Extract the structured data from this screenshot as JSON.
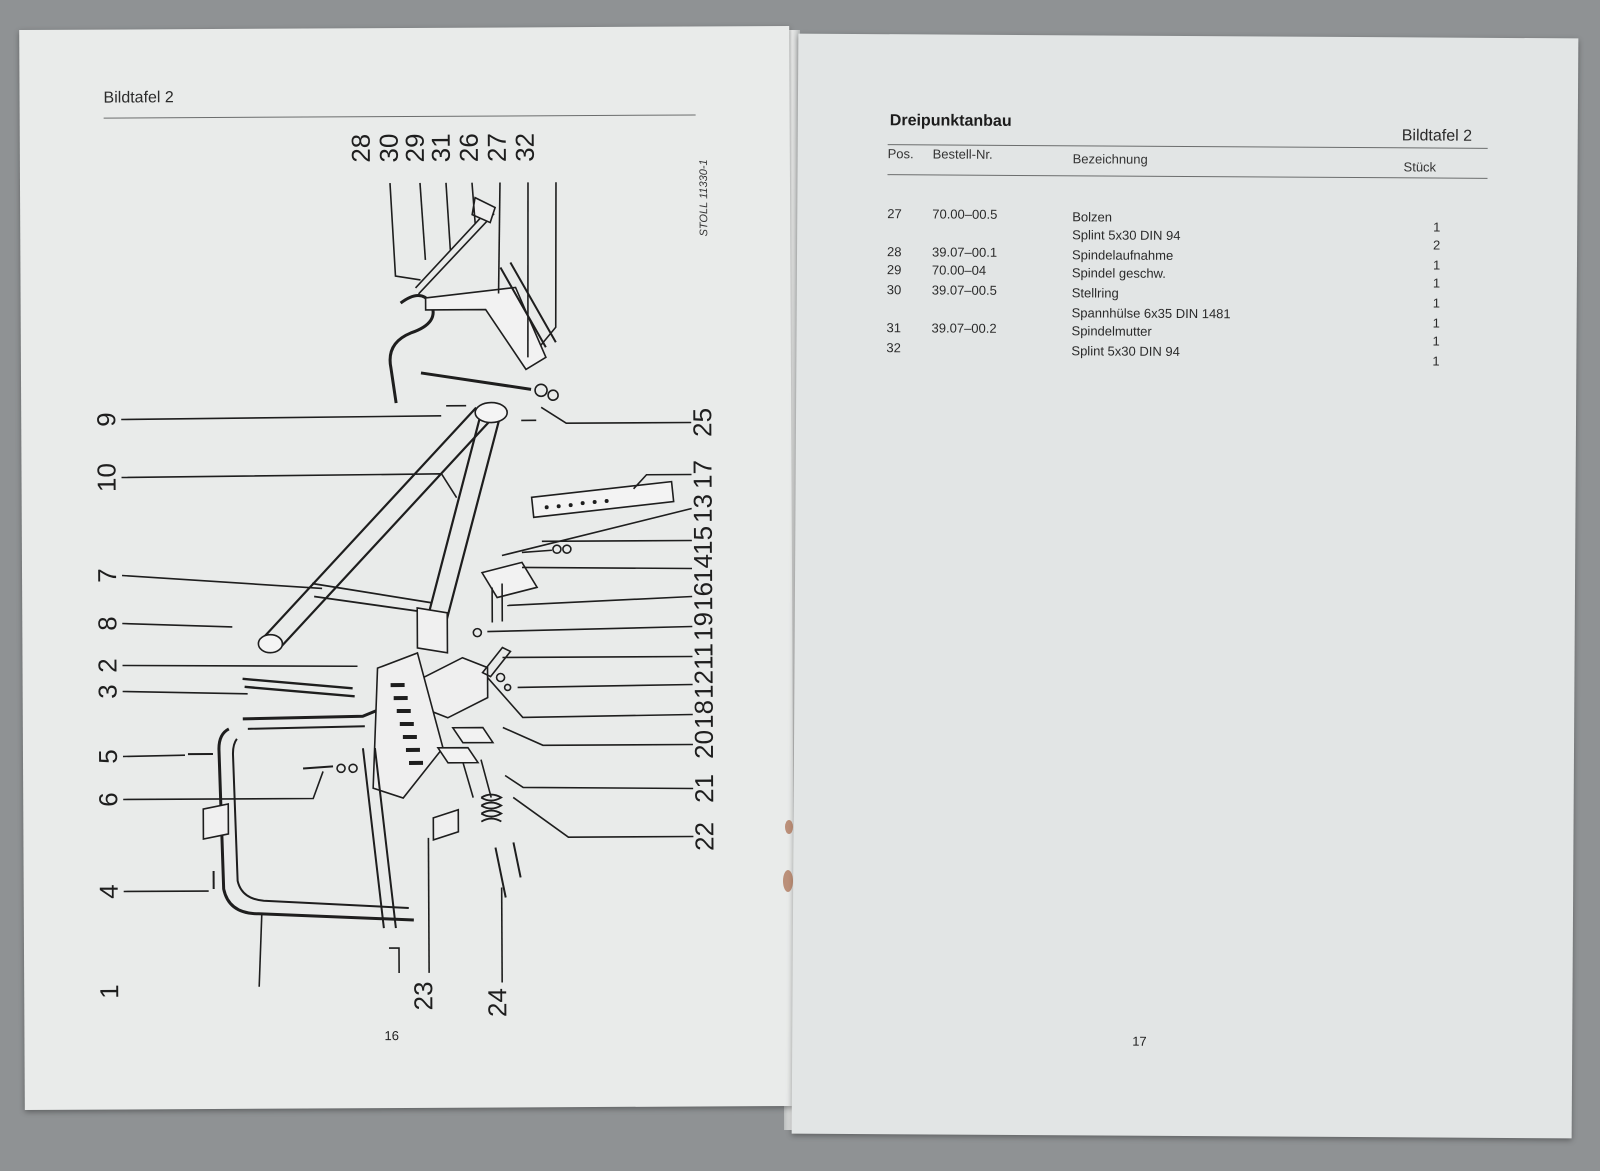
{
  "left_page": {
    "header": "Bildtafel 2",
    "drawing_code": "STOLL 11330-1",
    "page_number": "16",
    "callouts_top": [
      "28",
      "30",
      "29",
      "31",
      "26",
      "27",
      "32"
    ],
    "callouts_left": [
      "9",
      "10",
      "7",
      "8",
      "2",
      "3",
      "5",
      "6",
      "4",
      "1"
    ],
    "callouts_right": [
      "25",
      "17",
      "13",
      "15",
      "14",
      "16",
      "19",
      "11",
      "12",
      "18",
      "20",
      "21",
      "22"
    ],
    "callouts_bottom": [
      "23",
      "24"
    ]
  },
  "right_page": {
    "title": "Dreipunktanbau",
    "header": "Bildtafel 2",
    "columns": {
      "pos": "Pos.",
      "bestell": "Bestell-Nr.",
      "bez": "Bezeichnung",
      "stueck": "Stück"
    },
    "rows": [
      {
        "pos": "27",
        "nr": "70.00–00.5",
        "bez": "Bolzen",
        "qty": "1"
      },
      {
        "pos": "",
        "nr": "",
        "bez": "Splint 5x30 DIN 94",
        "qty": "2"
      },
      {
        "pos": "28",
        "nr": "39.07–00.1",
        "bez": "Spindelaufnahme",
        "qty": "1"
      },
      {
        "pos": "29",
        "nr": "70.00–04",
        "bez": "Spindel geschw.",
        "qty": "1"
      },
      {
        "pos": "30",
        "nr": "39.07–00.5",
        "bez": "Stellring",
        "qty": "1"
      },
      {
        "pos": "",
        "nr": "",
        "bez": "Spannhülse 6x35 DIN 1481",
        "qty": "1"
      },
      {
        "pos": "31",
        "nr": "39.07–00.2",
        "bez": "Spindelmutter",
        "qty": "1"
      },
      {
        "pos": "32",
        "nr": "",
        "bez": "Splint 5x30 DIN 94",
        "qty": "1"
      }
    ],
    "page_number": "17"
  }
}
